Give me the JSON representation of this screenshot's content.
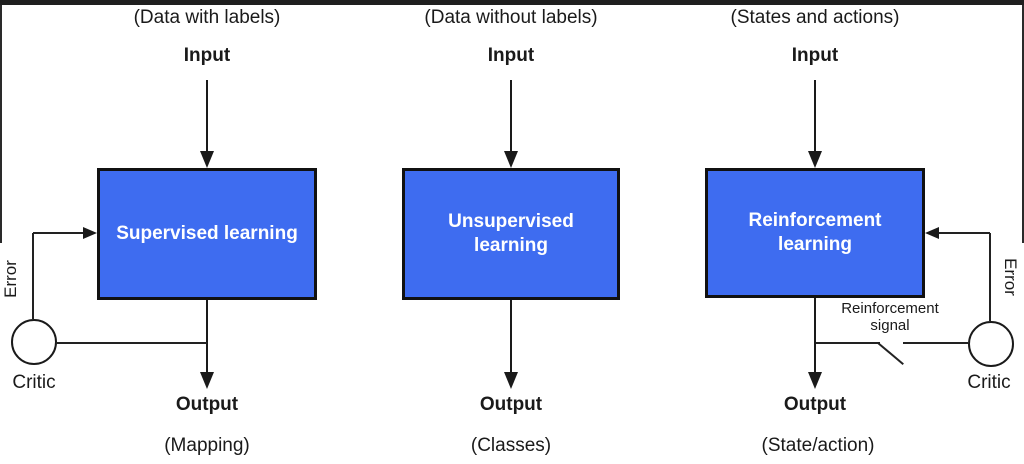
{
  "colors": {
    "box_fill": "#3e6cf0",
    "box_border": "#111111",
    "line": "#1a1a1a",
    "box_text": "#ffffff",
    "frame_bar": "#1f1f1f"
  },
  "columns": [
    {
      "top_label": "(Data with labels)",
      "input_label": "Input",
      "box_lines": [
        "Supervised learning"
      ],
      "output_label": "Output",
      "bottom_label": "(Mapping)",
      "error_label": "Error",
      "critic_label": "Critic"
    },
    {
      "top_label": "(Data without labels)",
      "input_label": "Input",
      "box_lines": [
        "Unsupervised",
        "learning"
      ],
      "output_label": "Output",
      "bottom_label": "(Classes)"
    },
    {
      "top_label": "(States and actions)",
      "input_label": "Input",
      "box_lines": [
        "Reinforcement",
        "learning"
      ],
      "output_label": "Output",
      "bottom_label": "(State/action)",
      "error_label": "Error",
      "critic_label": "Critic",
      "signal_line1": "Reinforcement",
      "signal_line2": "signal"
    }
  ]
}
